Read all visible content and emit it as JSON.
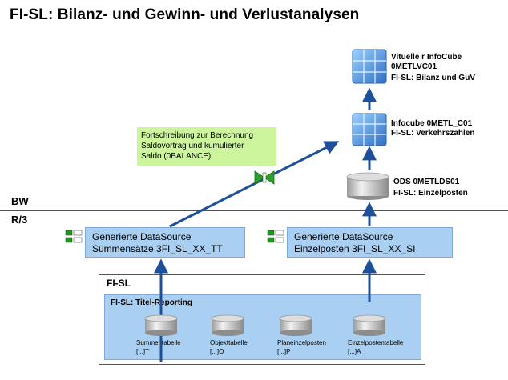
{
  "title": "FI-SL: Bilanz- und Gewinn- und Verlustanalysen",
  "layers": {
    "bw": "BW",
    "r3": "R/3"
  },
  "virtual_cube": {
    "line1": "Vituelle r InfoCube",
    "line2": "0METLVC01",
    "line3": "FI-SL: Bilanz und GuV"
  },
  "infocube": {
    "line1": "Infocube 0METL_C01",
    "line2": "FI-SL: Verkehrszahlen"
  },
  "ods": {
    "line1": "ODS 0METLDS01",
    "line2": "FI-SL: Einzelposten"
  },
  "note": {
    "line1": "Fortschreibung zur Berechnung",
    "line2": "Saldovortrag und kumulierter",
    "line3": "Saldo (0BALANCE)"
  },
  "ds_left": {
    "line1": "Generierte DataSource",
    "line2": "Summensätze 3FI_SL_XX_TT"
  },
  "ds_right": {
    "line1": "Generierte DataSource",
    "line2": "Einzelposten  3FI_SL_XX_SI"
  },
  "fisl": {
    "label": "FI-SL",
    "inner_label": "FI-SL: Titel-Reporting",
    "tables": [
      {
        "name": "Summentabelle",
        "code": "[...]T"
      },
      {
        "name": "Objekttabelle",
        "code": "[...]O"
      },
      {
        "name": "Planeinzelposten",
        "code": "[...]P"
      },
      {
        "name": "Einzelpostentabelle",
        "code": "[...]A"
      }
    ]
  },
  "colors": {
    "datasource_fill": "#a9cff3",
    "note_fill": "#ccf59d",
    "arrow": "#1e4f9a",
    "cube": "#4f8fd8"
  },
  "icons": [
    "cube-icon",
    "database-cylinder-icon",
    "datasource-icon",
    "transfer-rule-icon"
  ]
}
